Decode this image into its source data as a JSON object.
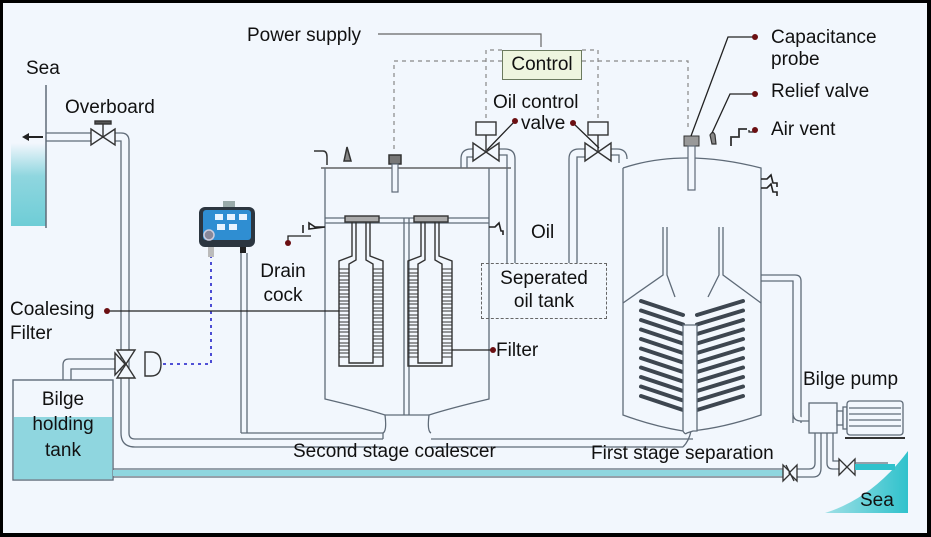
{
  "diagram": {
    "title": "Oily water separator system",
    "colors": {
      "background": "#f2f7fd",
      "pipe": "#5f6b78",
      "water": "#8fd6df",
      "sea": "#35c3cc",
      "leader_dot": "#6b0f12",
      "control_box": "#eef5df",
      "signal_line": "#3a3ad0"
    },
    "labels": {
      "sea_left": "Sea",
      "overboard": "Overboard",
      "power_supply": "Power supply",
      "control": "Control",
      "oil_control_valve_line1": "Oil control",
      "oil_control_valve_line2": "valve",
      "capacitance_probe_line1": "Capacitance",
      "capacitance_probe_line2": "probe",
      "relief_valve": "Relief valve",
      "air_vent": "Air vent",
      "oil": "Oil",
      "separated_oil_tank_line1": "Seperated",
      "separated_oil_tank_line2": "oil tank",
      "drain_cock_line1": "Drain",
      "drain_cock_line2": "cock",
      "coalesing_filter_line1": "Coalesing",
      "coalesing_filter_line2": "Filter",
      "filter": "Filter",
      "bilge_holding_tank_line1": "Bilge",
      "bilge_holding_tank_line2": "holding",
      "bilge_holding_tank_line3": "tank",
      "second_stage": "Second stage coalescer",
      "first_stage": "First stage separation",
      "bilge_pump": "Bilge pump",
      "sea_right": "Sea"
    }
  }
}
